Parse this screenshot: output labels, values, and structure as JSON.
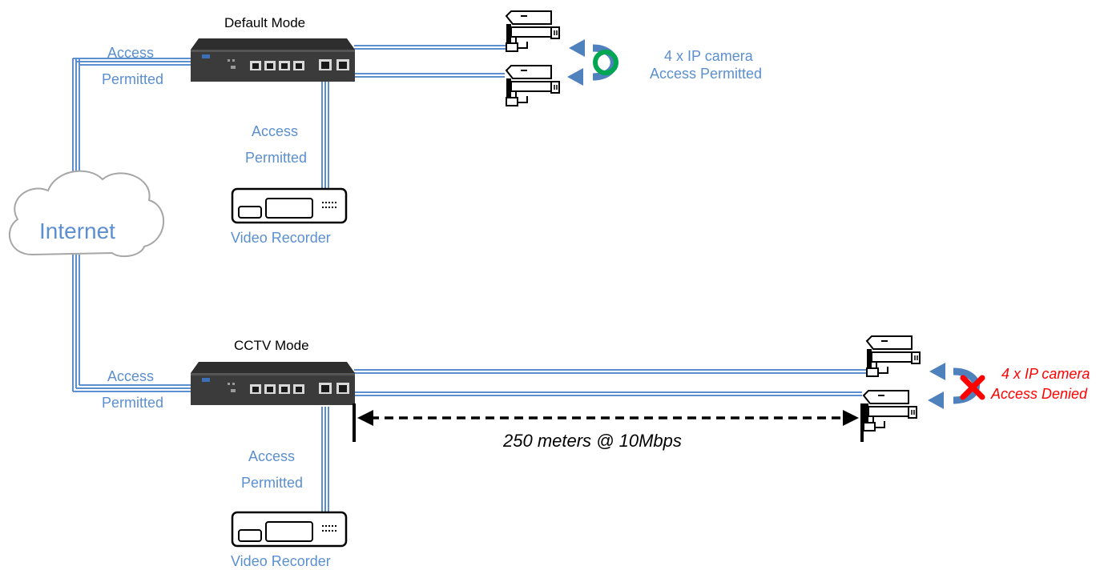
{
  "colors": {
    "cable": "#5b8fd0",
    "arrow": "#4f81bd",
    "ok_ring": "#00a651",
    "deny_x": "#ff0000",
    "device": "#3a3a3a",
    "port": "#d8d8d8"
  },
  "internet": {
    "label": "Internet"
  },
  "default_mode": {
    "title": "Default Mode",
    "uplink_label_1": "Access",
    "uplink_label_2": "Permitted",
    "recorder_link_label_1": "Access",
    "recorder_link_label_2": "Permitted",
    "recorder_label": "Video Recorder",
    "camera_status_1": "4 x IP camera",
    "camera_status_2": "Access Permitted",
    "status_icon": "ok-ring-icon"
  },
  "cctv_mode": {
    "title": "CCTV Mode",
    "uplink_label_1": "Access",
    "uplink_label_2": "Permitted",
    "recorder_link_label_1": "Access",
    "recorder_link_label_2": "Permitted",
    "recorder_label": "Video Recorder",
    "camera_status_1": "4 x IP camera",
    "camera_status_2": "Access Denied",
    "status_icon": "deny-x-icon",
    "distance_label": "250 meters @ 10Mbps"
  }
}
